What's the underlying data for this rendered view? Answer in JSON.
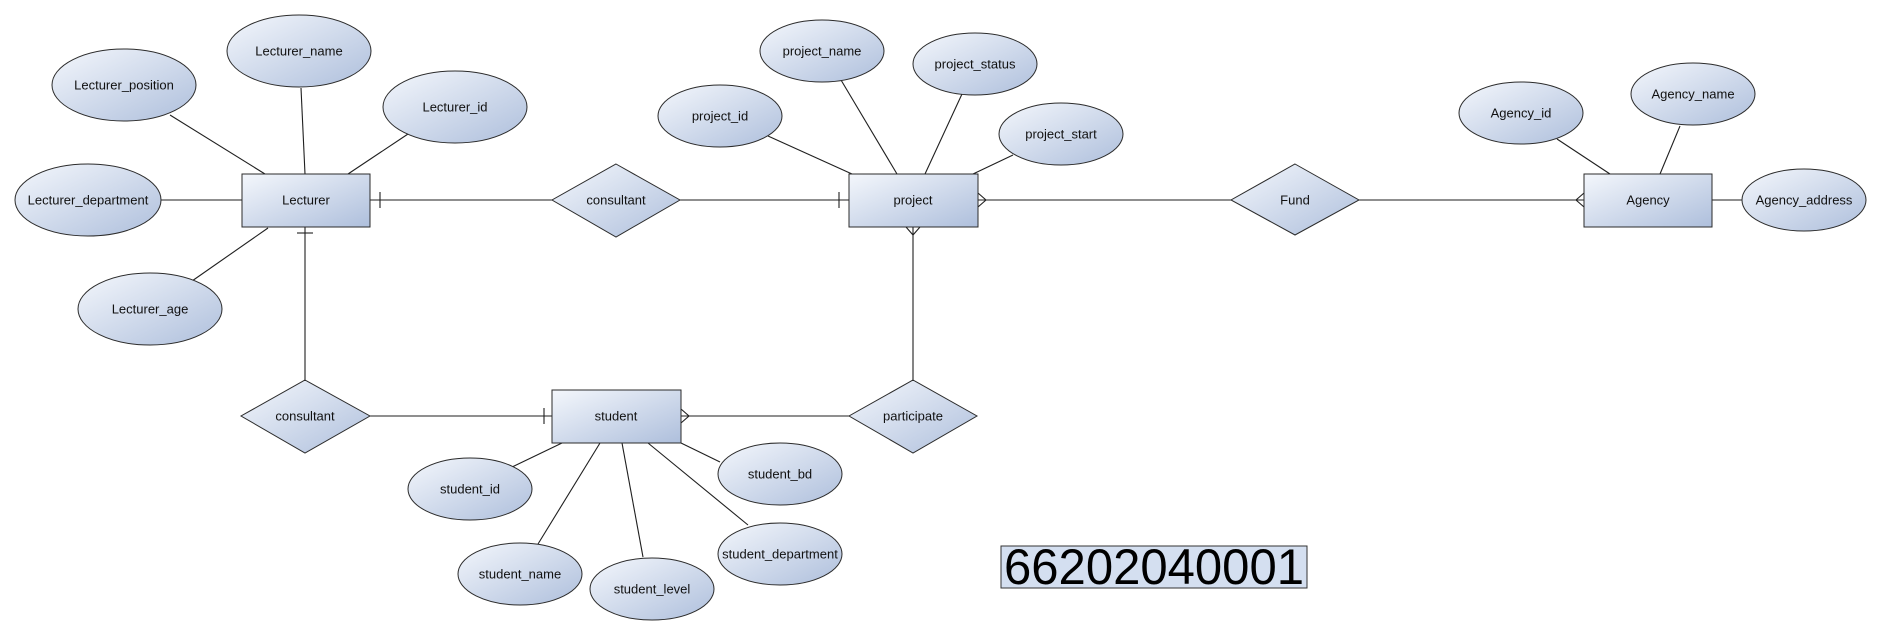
{
  "diagram": {
    "colors": {
      "fill_light": "#f4f7fc",
      "fill_dark": "#aebfdc",
      "stroke": "#2b2b2b",
      "stamp_fill": "#d4dff0"
    },
    "entities": {
      "lecturer": "Lecturer",
      "project": "project",
      "agency": "Agency",
      "student": "student"
    },
    "relationships": {
      "lecturer_project": "consultant",
      "lecturer_student": "consultant",
      "project_agency": "Fund",
      "student_project": "participate"
    },
    "attributes": {
      "lecturer_position": "Lecturer_position",
      "lecturer_name": "Lecturer_name",
      "lecturer_id": "Lecturer_id",
      "lecturer_department": "Lecturer_department",
      "lecturer_age": "Lecturer_age",
      "project_name": "project_name",
      "project_status": "project_status",
      "project_id": "project_id",
      "project_start": "project_start",
      "agency_id": "Agency_id",
      "agency_name": "Agency_name",
      "agency_address": "Agency_address",
      "student_id": "student_id",
      "student_bd": "student_bd",
      "student_name": "student_name",
      "student_level": "student_level",
      "student_department": "student_department"
    },
    "stamp": "66202040001"
  }
}
